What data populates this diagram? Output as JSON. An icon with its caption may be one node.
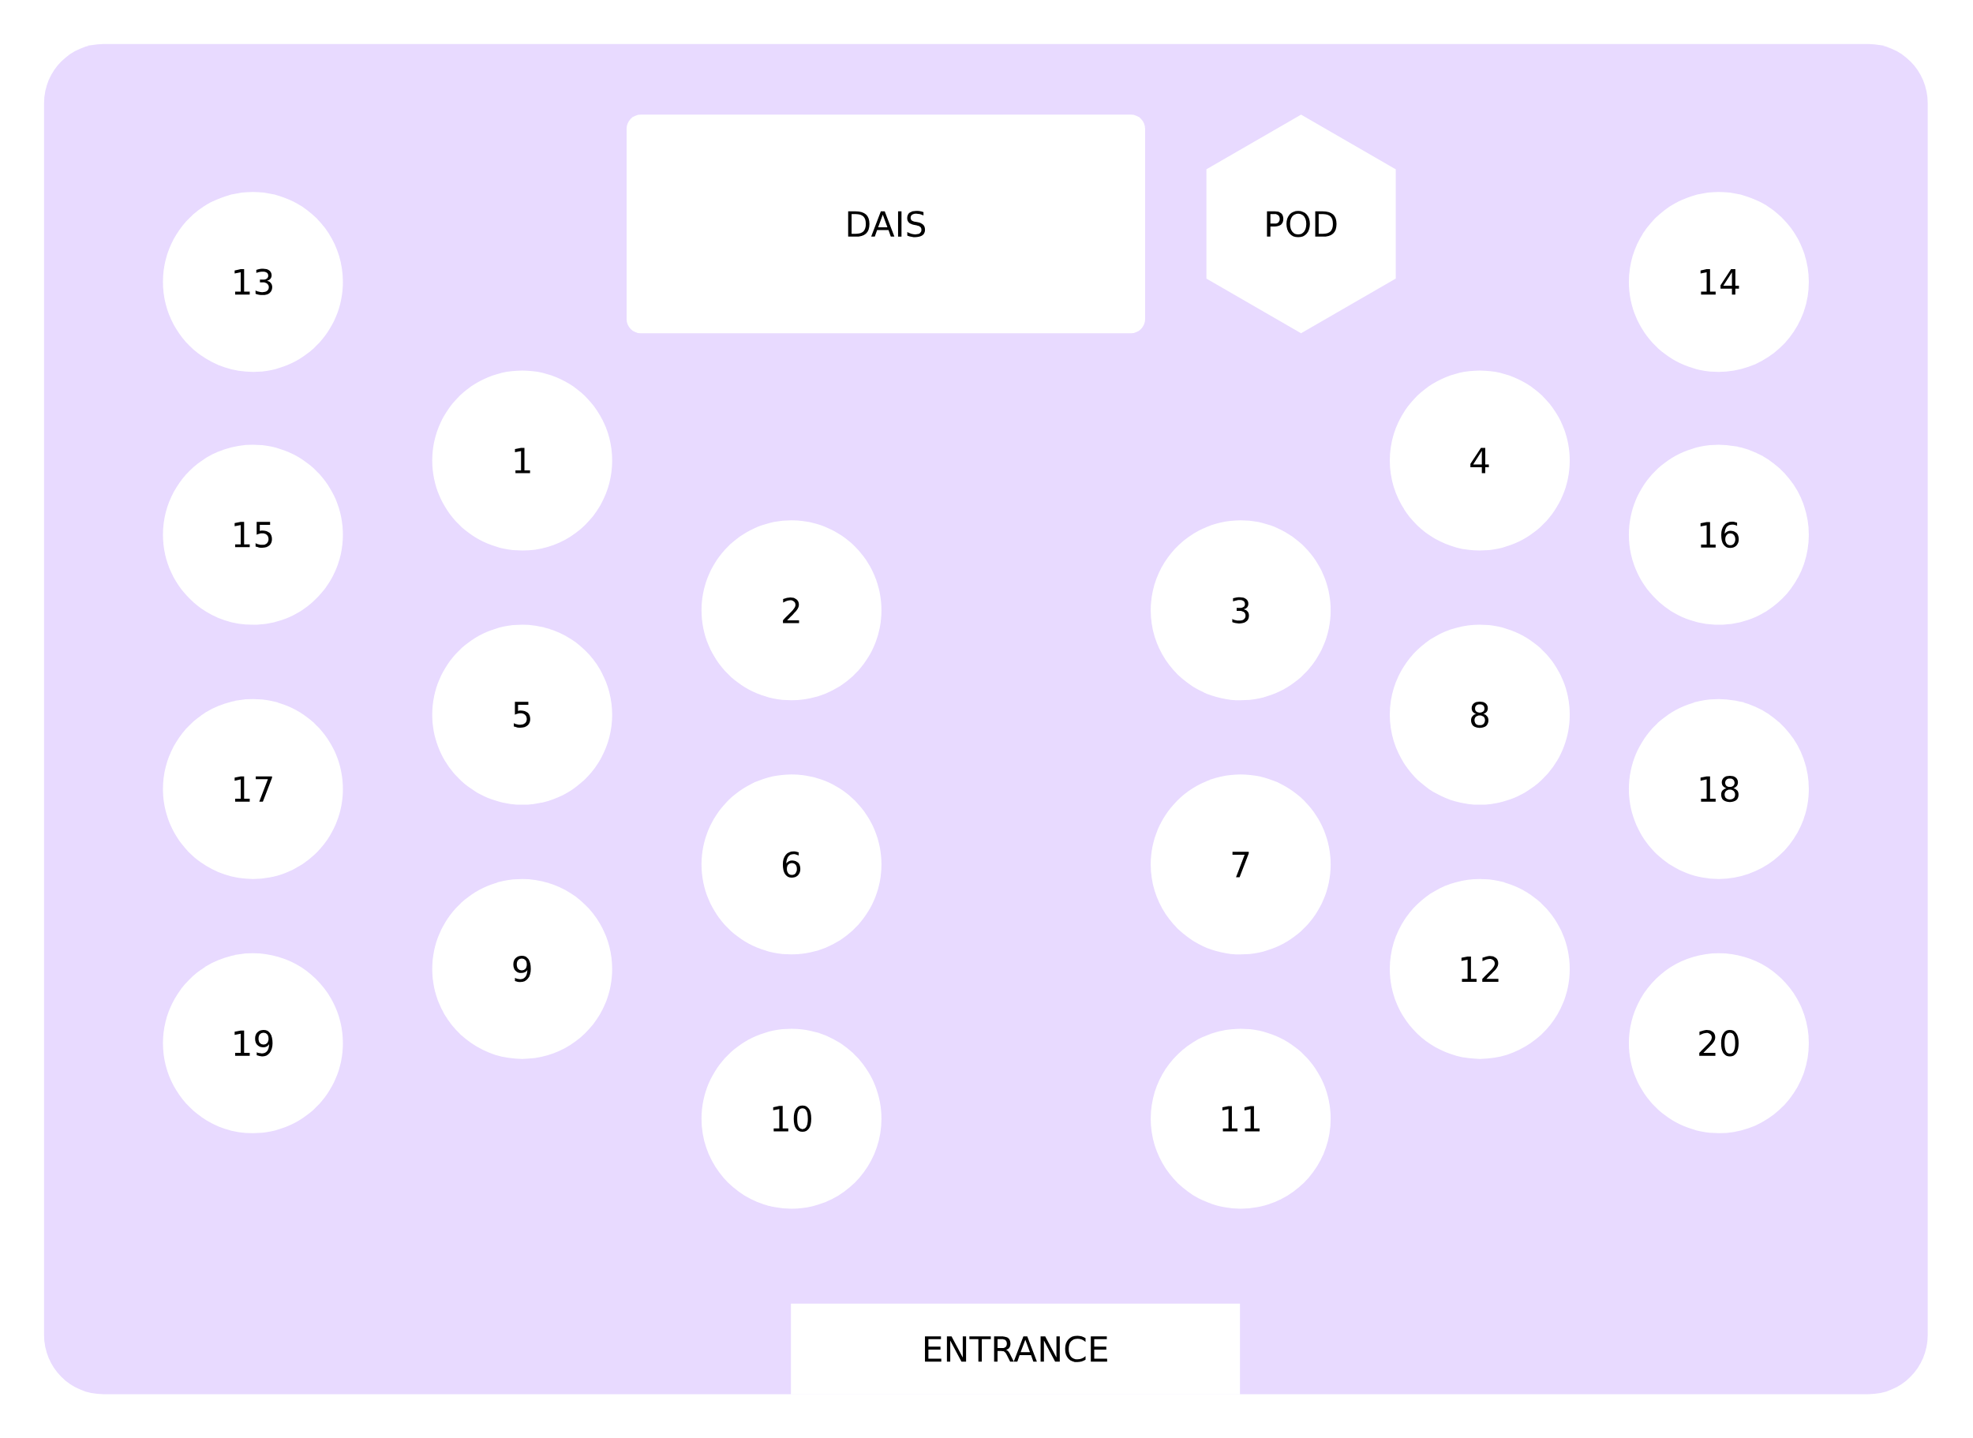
{
  "diagram": {
    "nodes": [
      {
        "text": [
          "DAIS"
        ]
      },
      {
        "text": [
          "POD"
        ]
      },
      {
        "text": [
          "13"
        ]
      },
      {
        "text": [
          "14"
        ]
      },
      {
        "text": [
          "1"
        ]
      },
      {
        "text": [
          "4"
        ]
      },
      {
        "text": [
          "15"
        ]
      },
      {
        "text": [
          "16"
        ]
      },
      {
        "text": [
          "2"
        ]
      },
      {
        "text": [
          "3"
        ]
      },
      {
        "text": [
          "5"
        ]
      },
      {
        "text": [
          "8"
        ]
      },
      {
        "text": [
          "17"
        ]
      },
      {
        "text": [
          "18"
        ]
      },
      {
        "text": [
          "6"
        ]
      },
      {
        "text": [
          "7"
        ]
      },
      {
        "text": [
          "9"
        ]
      },
      {
        "text": [
          "12"
        ]
      },
      {
        "text": [
          "19"
        ]
      },
      {
        "text": [
          "20"
        ]
      },
      {
        "text": [
          "10"
        ]
      },
      {
        "text": [
          "11"
        ]
      },
      {
        "text": [
          "ENTRANCE"
        ]
      }
    ]
  }
}
